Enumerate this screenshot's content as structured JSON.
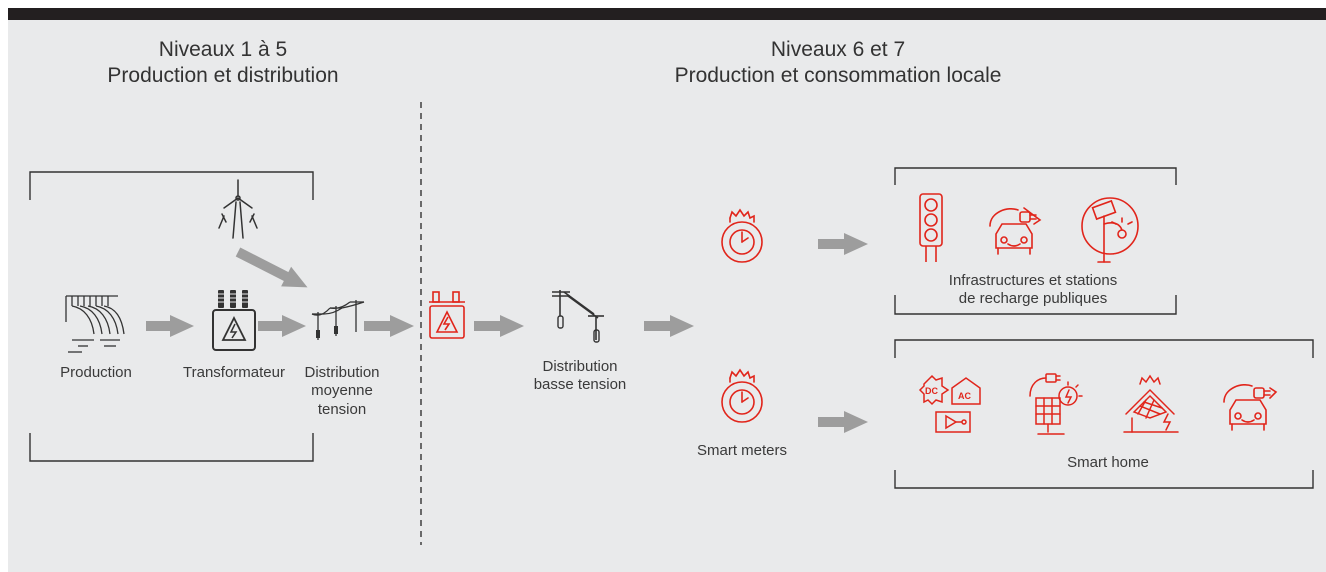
{
  "colors": {
    "background": "#e9eaeb",
    "top_bar": "#231f20",
    "arrow": "#9d9d9d",
    "icon_dark": "#333333",
    "icon_red": "#e1251b",
    "text": "#3a3a3a"
  },
  "left_section": {
    "title_line1": "Niveaux 1 à 5",
    "title_line2": "Production et distribution",
    "items": [
      {
        "label": "Production",
        "icon": "hydro-dam-icon"
      },
      {
        "label": "Transformateur",
        "icon": "transformer-icon"
      },
      {
        "label_line1": "Distribution",
        "label_line2": "moyenne",
        "label_line3": "tension",
        "icon": "power-poles-icon"
      }
    ],
    "extra_icon": "wind-turbine-icon"
  },
  "right_section": {
    "title_line1": "Niveaux 6 et 7",
    "title_line2": "Production et consommation locale",
    "substation_icon": "substation-transformer-icon",
    "low_voltage": {
      "label_line1": "Distribution",
      "label_line2": "basse tension",
      "icon": "low-voltage-line-icon"
    },
    "smart_meter_label": "Smart meters",
    "public_group": {
      "label_line1": "Infrastructures et stations",
      "label_line2": "de recharge publiques",
      "icons": [
        "traffic-light-icon",
        "ev-charging-car-icon",
        "solar-street-lamp-icon"
      ]
    },
    "home_group": {
      "label": "Smart home",
      "icons": [
        "dc-ac-inverter-icon",
        "solar-panel-charging-icon",
        "rooftop-solar-icon",
        "home-ev-car-icon"
      ]
    }
  }
}
